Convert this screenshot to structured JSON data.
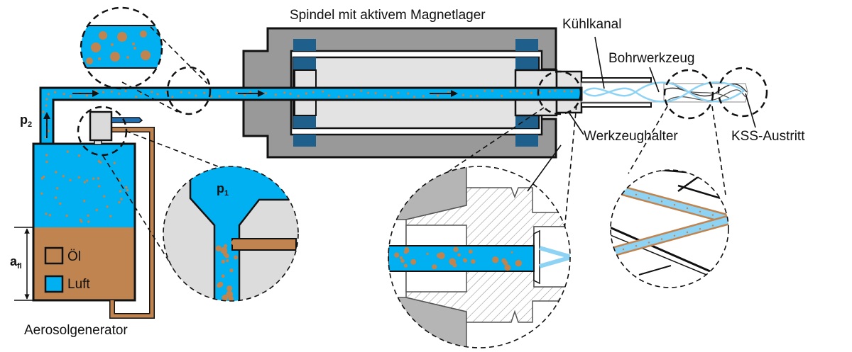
{
  "labels": {
    "spindle": "Spindel mit aktivem Magnetlager",
    "cooling_channel": "Kühlkanal",
    "drill_tool": "Bohrwerkzeug",
    "tool_holder": "Werkzeughalter",
    "coolant_exit": "KSS-Austritt",
    "aerosol_generator": "Aerosolgenerator",
    "p2_main": "p",
    "p2_sub": "2",
    "p1_main": "p",
    "p1_sub": "1",
    "afl_main": "a",
    "afl_sub": "fl"
  },
  "legend": {
    "items": [
      {
        "label": "Öl",
        "color": "#bf8450"
      },
      {
        "label": "Luft",
        "color": "#00b0f0"
      }
    ]
  },
  "colors": {
    "air": "#00b0f0",
    "oil": "#bf8450",
    "housing": "#999999",
    "bearing": "#1f5f8b",
    "light_gray": "#e0e0e0",
    "coolant_light": "#8fd3f4"
  }
}
